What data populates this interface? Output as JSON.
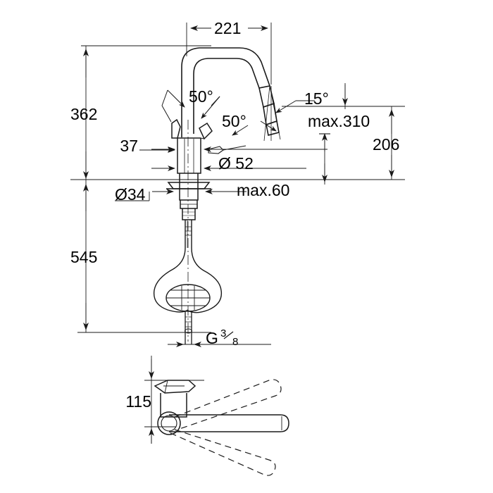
{
  "drawing": {
    "title": "Kitchen mixer tap dimensional drawing",
    "units": "mm",
    "line_color": "#1a1a1a",
    "background_color": "#ffffff"
  },
  "dimensions": {
    "spout_reach": "221",
    "total_height": "362",
    "hose_length": "545",
    "spout_outlet_height": "206",
    "max_swivel_height": "max.310",
    "max_counter_thickness": "max.60",
    "body_diameter": "Ø 52",
    "base_diameter": "Ø34",
    "handle_offset": "37",
    "lever_height": "115",
    "thread_size_letter": "G",
    "thread_size_numerator": "3",
    "thread_size_denominator": "8"
  },
  "angles": {
    "lever_up": "50°",
    "lever_side": "50°",
    "spout_tilt": "15°"
  },
  "labels": [
    {
      "id": "dim-221",
      "text": "221"
    },
    {
      "id": "dim-362",
      "text": "362"
    },
    {
      "id": "dim-545",
      "text": "545"
    },
    {
      "id": "dim-206",
      "text": "206"
    },
    {
      "id": "dim-max310",
      "text": "max.310"
    },
    {
      "id": "dim-max60",
      "text": "max.60"
    },
    {
      "id": "dim-d52",
      "text": "Ø 52"
    },
    {
      "id": "dim-d34",
      "text": "Ø34"
    },
    {
      "id": "dim-37",
      "text": "37"
    },
    {
      "id": "dim-115",
      "text": "115"
    },
    {
      "id": "angle-50-a",
      "text": "50°"
    },
    {
      "id": "angle-50-b",
      "text": "50°"
    },
    {
      "id": "angle-15",
      "text": "15°"
    }
  ]
}
